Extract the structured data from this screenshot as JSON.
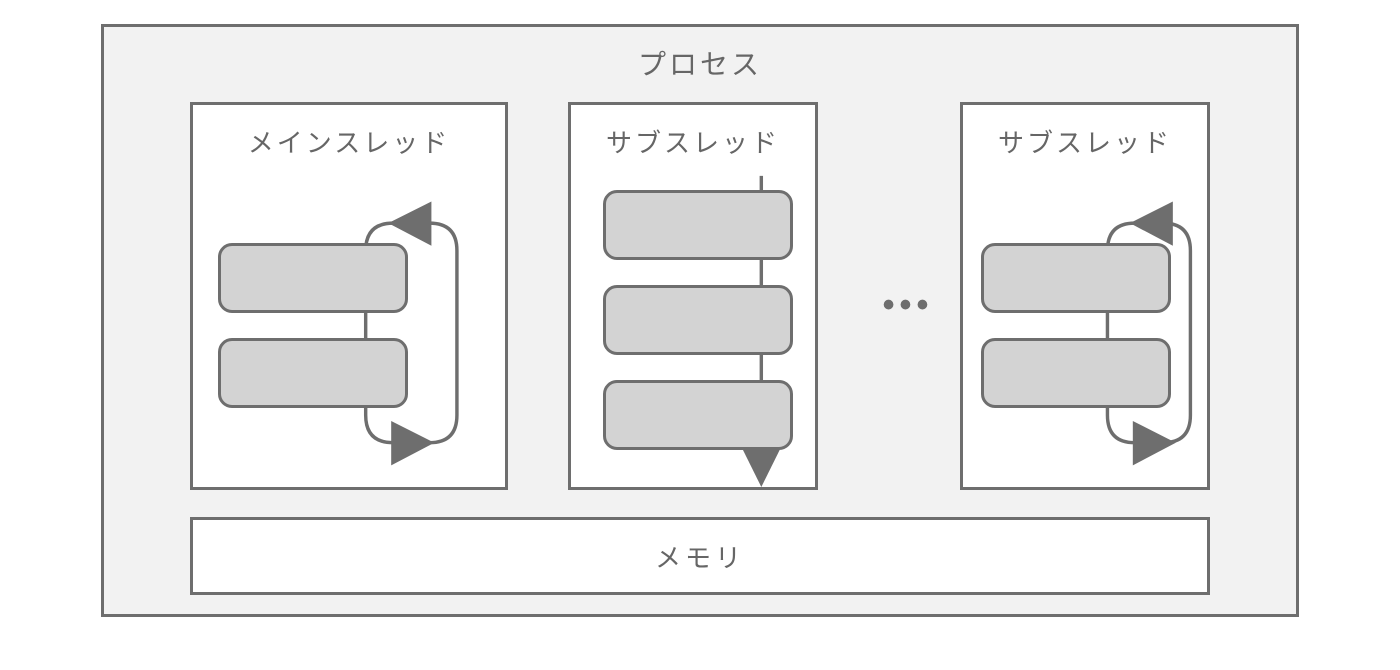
{
  "diagram": {
    "title": "プロセス",
    "background_color": "#f2f2f2",
    "stroke_color": "#6e6e6e",
    "block_fill_color": "#d3d3d3",
    "text_color": "#666666",
    "threads": [
      {
        "id": "main-thread",
        "label": "メインスレッド",
        "flow_type": "loop",
        "task_count": 2,
        "arrowheads": [
          "left-top",
          "right-bottom"
        ]
      },
      {
        "id": "sub-thread-1",
        "label": "サブスレッド",
        "flow_type": "linear",
        "task_count": 3,
        "arrowheads": [
          "down-bottom"
        ]
      },
      {
        "id": "sub-thread-2",
        "label": "サブスレッド",
        "flow_type": "loop",
        "task_count": 2,
        "arrowheads": [
          "left-top",
          "right-bottom"
        ]
      }
    ],
    "ellipsis": "•••",
    "memory": {
      "label": "メモリ"
    }
  }
}
